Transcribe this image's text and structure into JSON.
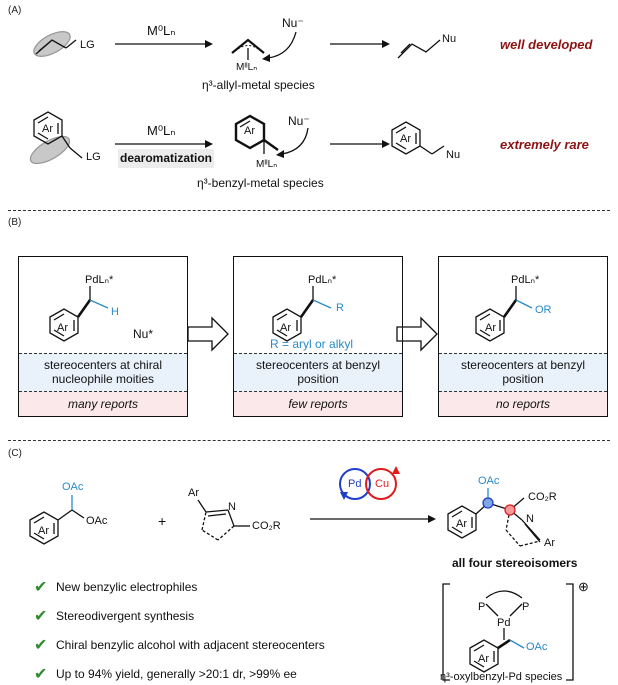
{
  "sectionA": {
    "label": "(A)",
    "row1": {
      "lg": "LG",
      "reagent": "M⁰Lₙ",
      "nu": "Nu⁻",
      "metal": "MᴵᴵLₙ",
      "species": "η³-allyl-metal species",
      "product_nu": "Nu",
      "status": "well developed"
    },
    "row2": {
      "ar": "Ar",
      "lg": "LG",
      "reagent": "M⁰Lₙ",
      "condition": "dearomatization",
      "nu": "Nu⁻",
      "metal": "MᴵᴵLₙ",
      "ar_mid": "Ar",
      "species": "η³-benzyl-metal species",
      "ar_product": "Ar",
      "product_nu": "Nu",
      "status": "extremely rare"
    }
  },
  "sectionB": {
    "label": "(B)",
    "panels": [
      {
        "pd": "PdLₙ*",
        "ar": "Ar",
        "sub": "H",
        "extra": "Nu*",
        "band": "stereocenters at chiral nucleophile moities",
        "reports": "many reports"
      },
      {
        "pd": "PdLₙ*",
        "ar": "Ar",
        "sub": "R",
        "extra": "R = aryl or alkyl",
        "band": "stereocenters at benzyl position",
        "reports": "few reports"
      },
      {
        "pd": "PdLₙ*",
        "ar": "Ar",
        "sub": "OR",
        "extra": "",
        "band": "stereocenters at benzyl position",
        "reports": "no reports"
      }
    ]
  },
  "sectionC": {
    "label": "(C)",
    "sm1": {
      "oac_top": "OAc",
      "oac_side": "OAc",
      "ar": "Ar"
    },
    "plus": "+",
    "sm2": {
      "ar": "Ar",
      "n": "N",
      "ester": "CO₂R"
    },
    "catalysts": {
      "pd": "Pd",
      "cu": "Cu"
    },
    "product": {
      "oac": "OAc",
      "ester": "CO₂R",
      "n": "N",
      "ar_left": "Ar",
      "ar_right": "Ar"
    },
    "product_caption": "all four stereoisomers",
    "features": [
      "New benzylic electrophiles",
      "Stereodivergent synthesis",
      "Chiral benzylic alcohol with adjacent stereocenters",
      "Up to 94% yield, generally >20:1 dr, >99% ee"
    ],
    "complex": {
      "p_left": "P",
      "p_right": "P",
      "pd": "Pd",
      "ar": "Ar",
      "oac": "OAc",
      "charge": "⊕",
      "caption": "η³-oxylbenzyl-Pd species"
    }
  }
}
